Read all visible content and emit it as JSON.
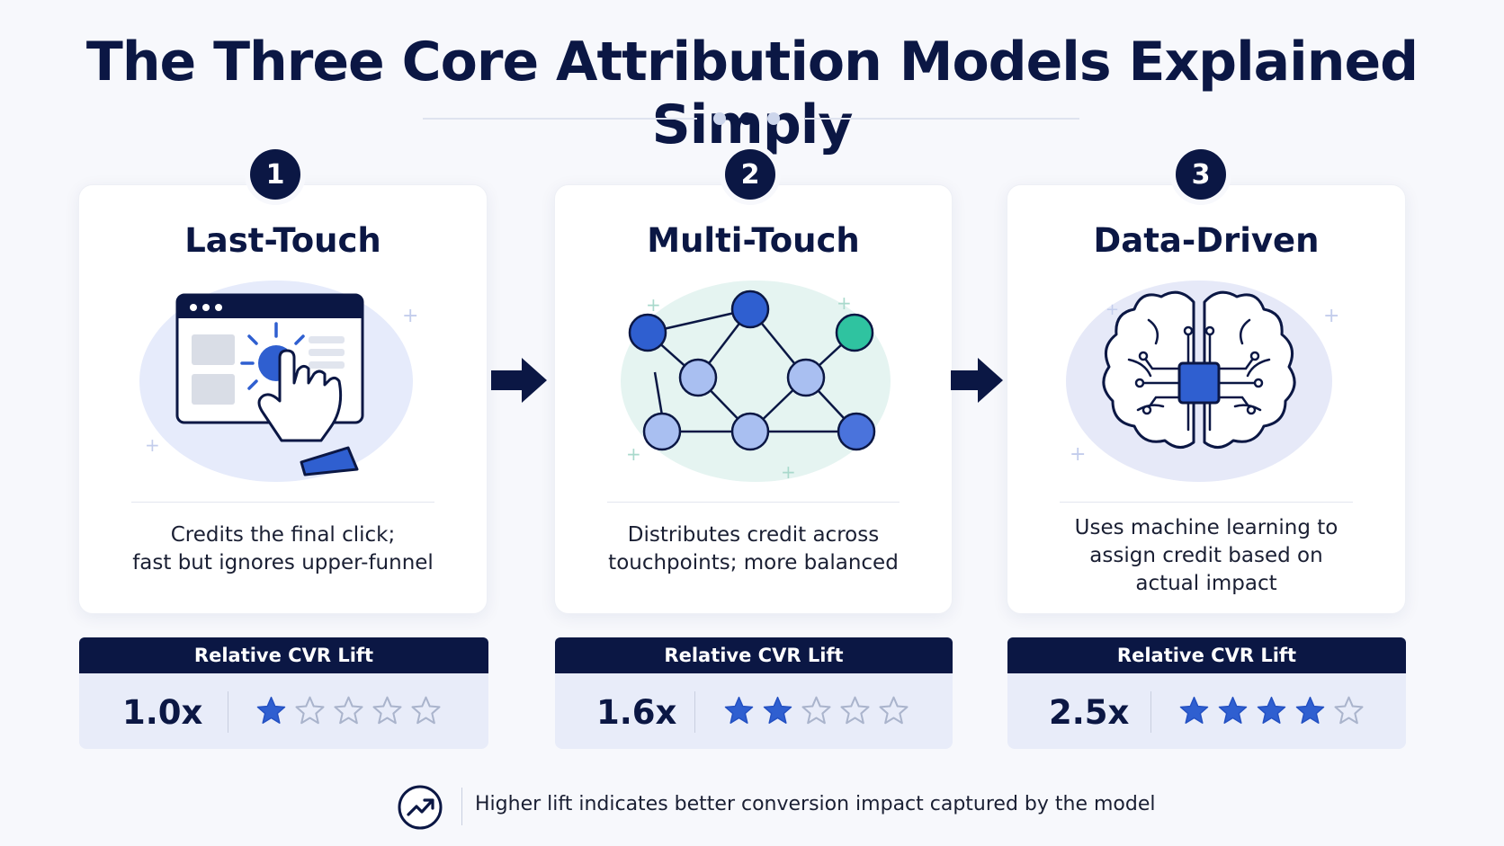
{
  "title": "The Three Core Attribution Models Explained Simply",
  "colors": {
    "navy": "#0b1744",
    "accent_blue": "#2f5fd0",
    "node_light": "#a9bff1",
    "node_teal": "#2fc3a0",
    "lift_panel": "#e8ecf9",
    "star_empty_stroke": "#aab4cc"
  },
  "models": [
    {
      "number": "1",
      "name": "Last-Touch",
      "icon": "browser-click-icon",
      "description": [
        "Credits the final click;",
        "fast but ignores upper-funnel"
      ],
      "lift_label": "Relative CVR Lift",
      "lift_value": "1.0x",
      "rating": 1,
      "rating_max": 5
    },
    {
      "number": "2",
      "name": "Multi-Touch",
      "icon": "network-graph-icon",
      "description": [
        "Distributes credit across",
        "touchpoints; more balanced"
      ],
      "lift_label": "Relative CVR Lift",
      "lift_value": "1.6x",
      "rating": 2,
      "rating_max": 5
    },
    {
      "number": "3",
      "name": "Data-Driven",
      "icon": "brain-chip-icon",
      "description": [
        "Uses machine learning to",
        "assign credit based on",
        "actual impact"
      ],
      "lift_label": "Relative CVR Lift",
      "lift_value": "2.5x",
      "rating": 4,
      "rating_max": 5
    }
  ],
  "footer": {
    "icon": "trending-up-icon",
    "text": "Higher lift indicates better conversion impact captured by the model"
  }
}
